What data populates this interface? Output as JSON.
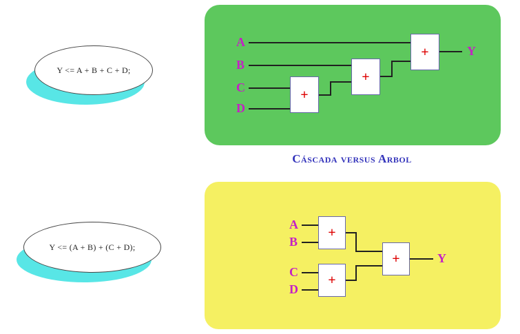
{
  "caption": {
    "text": "Cáscada versus Arbol",
    "color": "#3333bb"
  },
  "cascade": {
    "expression": "Y <= A + B + C + D;",
    "panel_color": "#5dc85d",
    "inputs": [
      "A",
      "B",
      "C",
      "D"
    ],
    "adder_symbols": [
      "+",
      "+",
      "+"
    ],
    "output": "Y"
  },
  "tree": {
    "expression": "Y <= (A + B) + (C + D);",
    "panel_color": "#f5f062",
    "inputs": [
      "A",
      "B",
      "C",
      "D"
    ],
    "adder_symbols": [
      "+",
      "+",
      "+"
    ],
    "output": "Y"
  },
  "colors": {
    "signal_label": "#c520c5",
    "plus_sign": "#dd0000",
    "wire": "#202020",
    "adder_border": "#6666aa",
    "bubble_shadow": "#58e6e6"
  }
}
